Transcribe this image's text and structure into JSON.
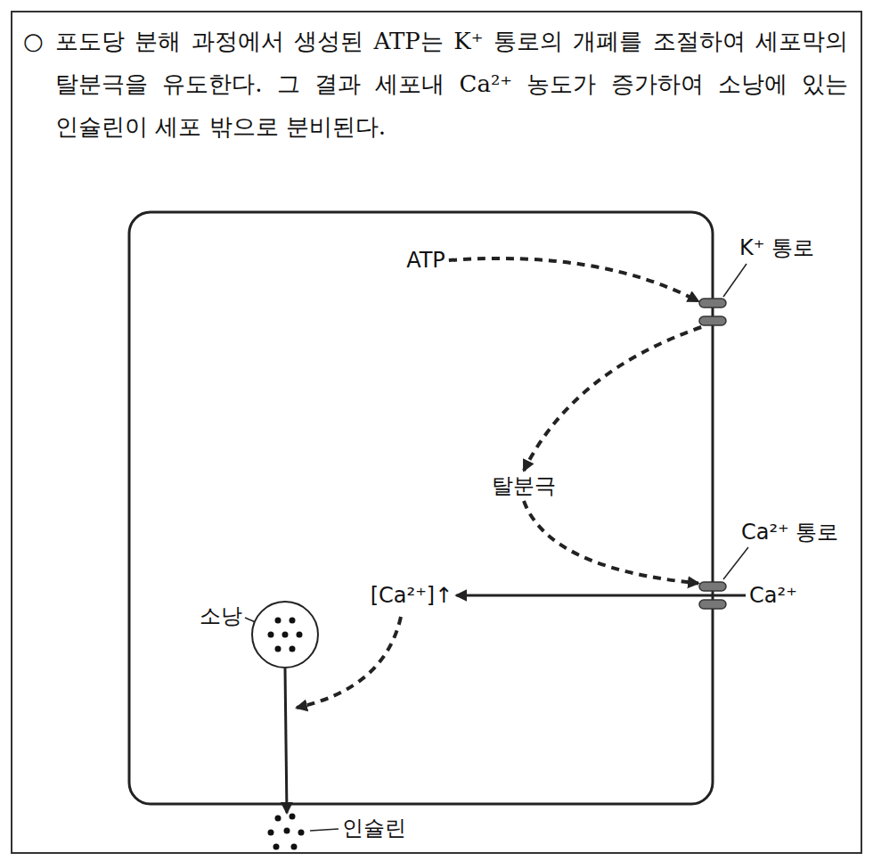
{
  "diagram": {
    "nodes": [
      {
        "text": [
          "포도당 분해 과정에서 생성된 ATP는 K⁺ 통로의 개폐를 조절하여 세포막의 탈분극을 유도한다. 그 결과 세포내 Ca²⁺ 농도가 증가하여 소낭에 있는 인슐린이 세포 밖으로 분비된다."
        ]
      },
      {
        "text": [
          "ATP"
        ],
        "in": 0
      },
      {
        "text": [
          "K⁺ 통로"
        ],
        "in": 0
      },
      {
        "text": [
          "탈분극"
        ],
        "in": 0
      },
      {
        "text": [
          "Ca²⁺ 통로"
        ],
        "in": 0
      },
      {
        "text": [
          "[Ca²⁺]↑"
        ],
        "in": 0
      },
      {
        "text": [
          "Ca²⁺"
        ],
        "in": 0
      },
      {
        "text": [
          "소낭"
        ],
        "in": 0
      },
      {
        "text": [
          "인슐린"
        ],
        "in": 0
      }
    ],
    "edges": [
      {
        "from": 1,
        "to": 2,
        "arrow": "to"
      },
      {
        "from": 2,
        "to": 3,
        "arrow": "to"
      },
      {
        "from": 3,
        "to": 4,
        "arrow": "to"
      },
      {
        "from": 6,
        "to": 5,
        "arrow": "to"
      },
      {
        "from": 7,
        "to": 8,
        "arrow": "to"
      }
    ],
    "labels": [
      "○"
    ]
  }
}
